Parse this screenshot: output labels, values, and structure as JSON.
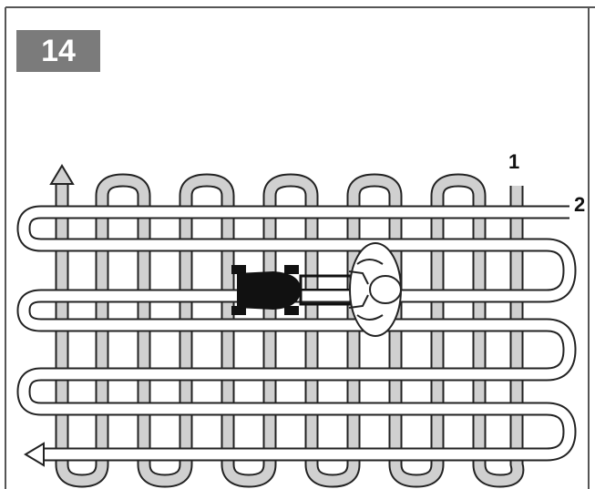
{
  "figure": {
    "step_number": "14",
    "callouts": {
      "first_pass": "1",
      "second_pass": "2"
    },
    "colors": {
      "stroke": "#222222",
      "band_fill": "#d0d0d0",
      "mower": "#111111",
      "badge": "#7b7b7b"
    }
  }
}
